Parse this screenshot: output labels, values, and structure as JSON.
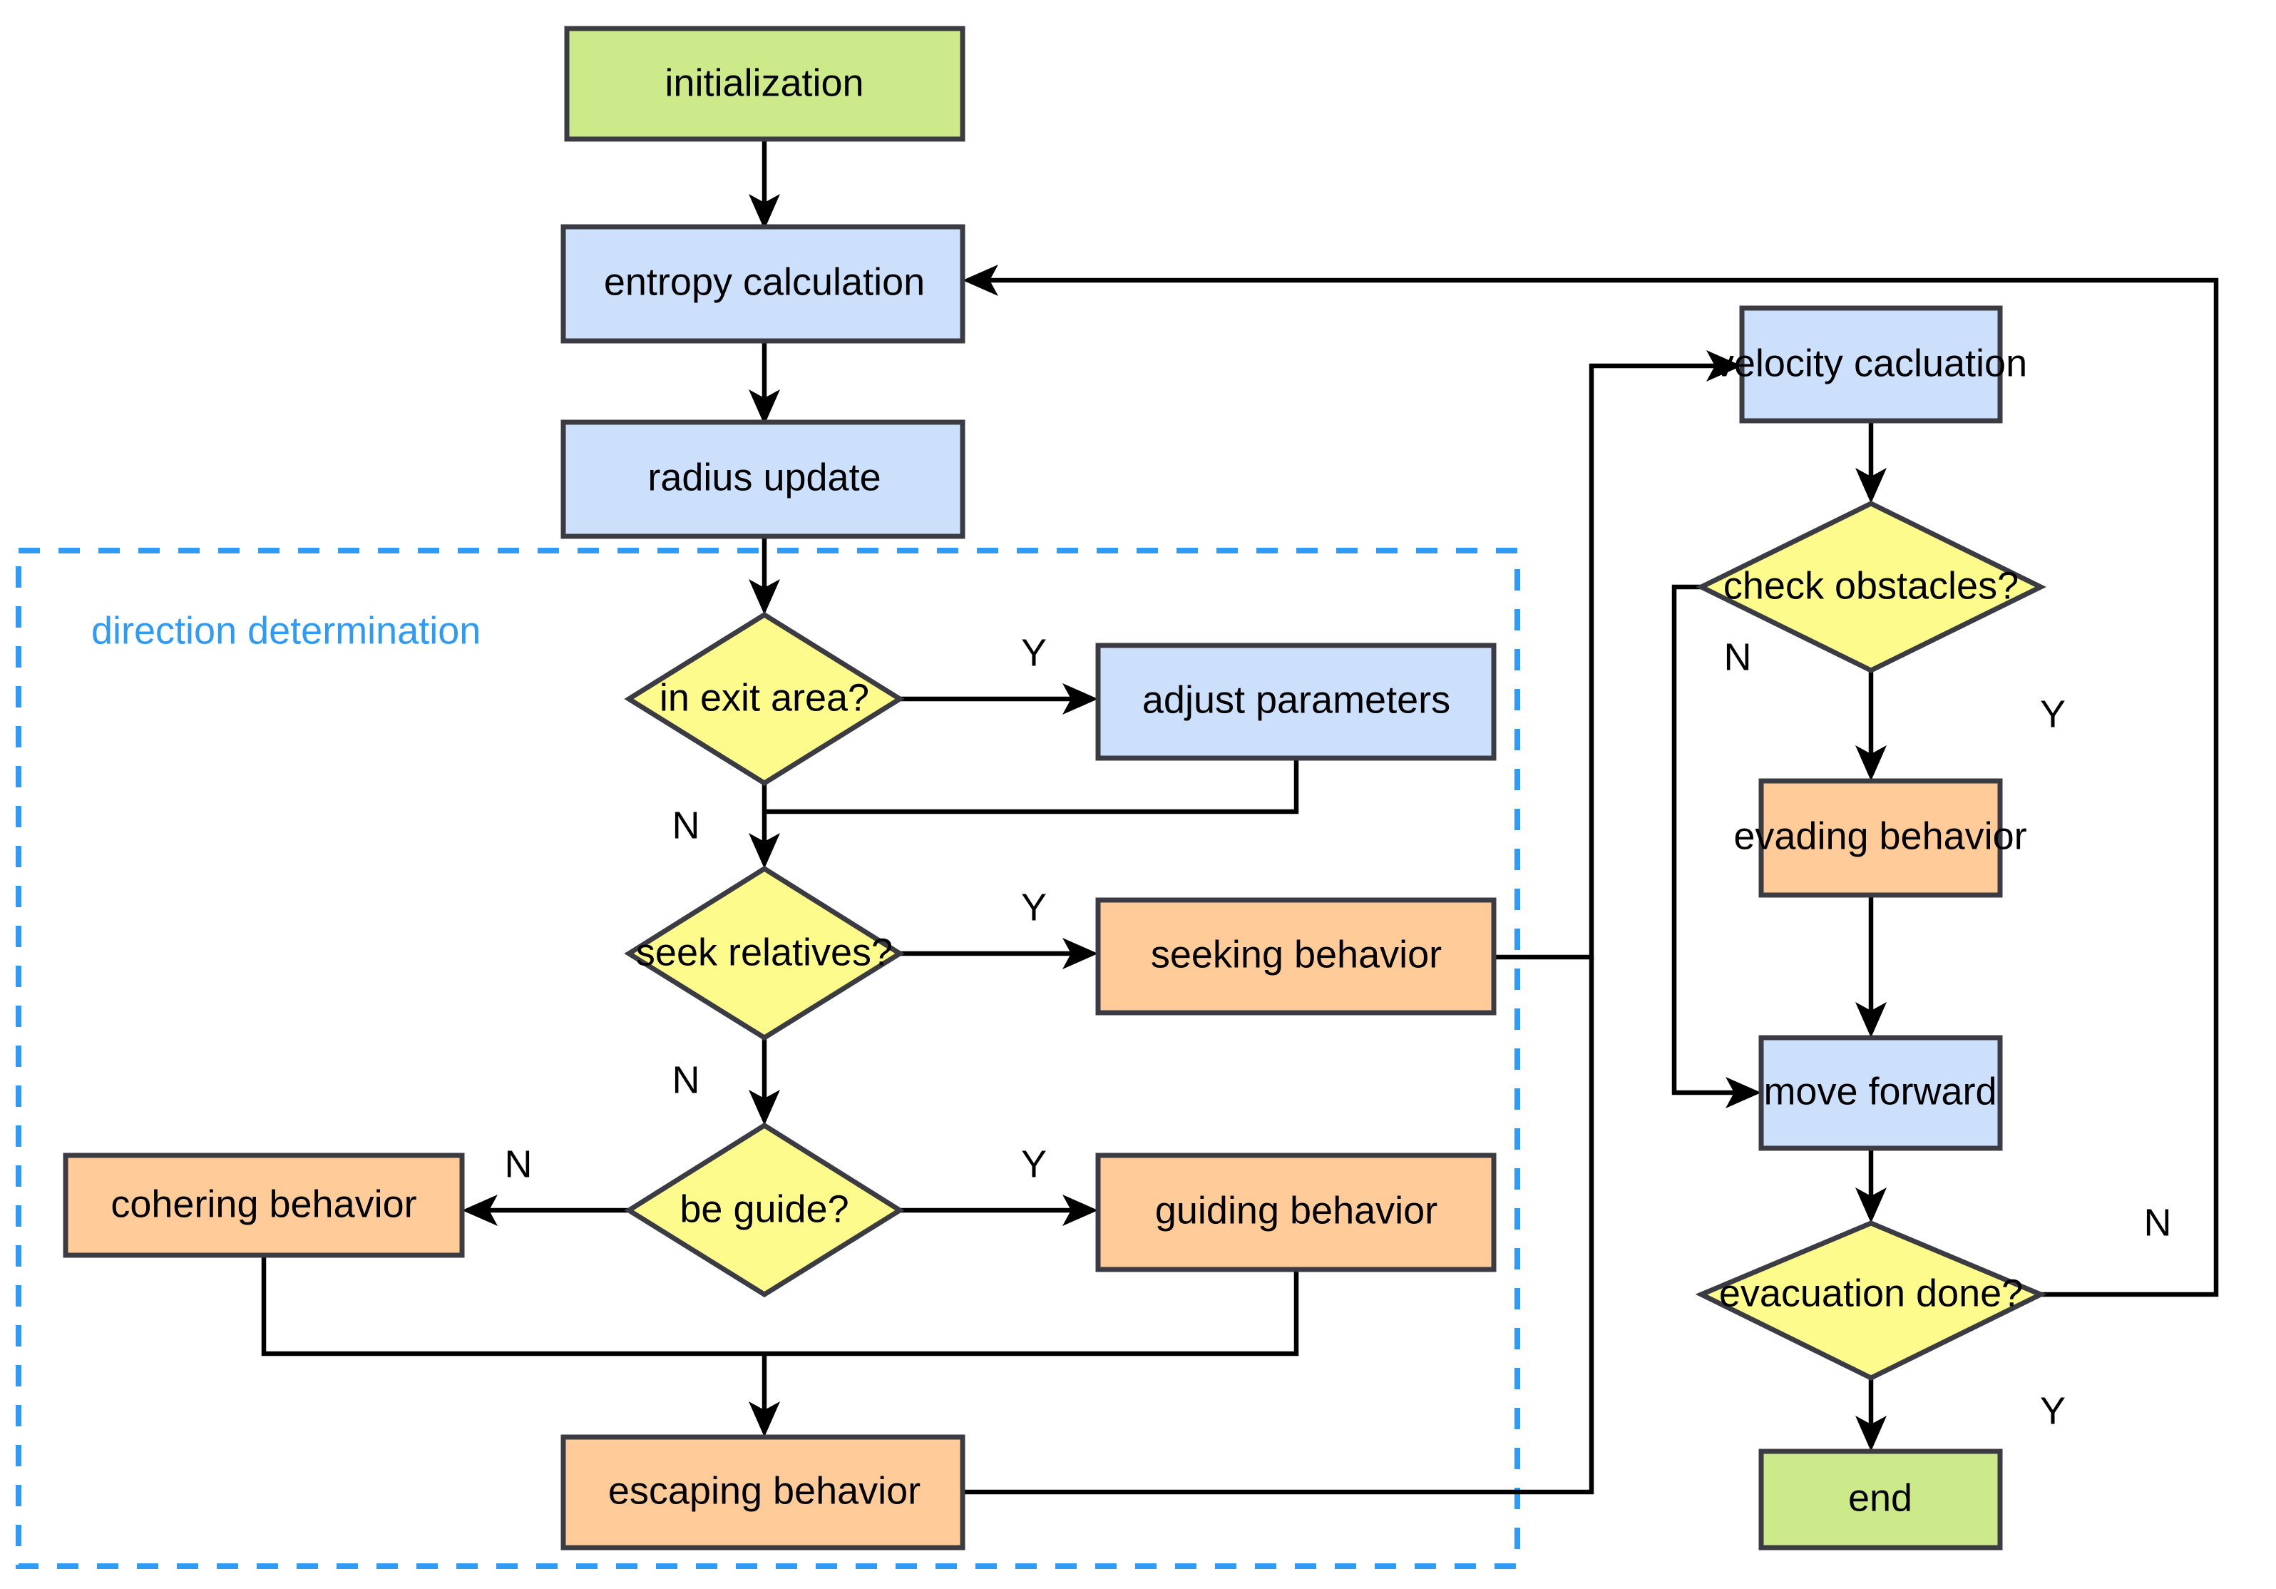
{
  "diagram": {
    "type": "flowchart",
    "title": "",
    "palette": {
      "start_end_fill": "#cdea8a",
      "process_fill": "#cce0fb",
      "behavior_fill": "#ffcc99",
      "decision_fill": "#fdfb8c",
      "node_stroke": "#3b3b44",
      "edge_stroke": "#000000",
      "group_stroke": "#2f9bf5",
      "group_label_color": "#2f9bf5",
      "background": "#ffffff"
    },
    "group": {
      "label": "direction determination",
      "style": "dashed"
    },
    "nodes": {
      "initialization": {
        "label": "initialization",
        "shape": "rect",
        "role": "start",
        "fill": "#cdea8a"
      },
      "entropy_calculation": {
        "label": "entropy calculation",
        "shape": "rect",
        "role": "process",
        "fill": "#cce0fb"
      },
      "radius_update": {
        "label": "radius update",
        "shape": "rect",
        "role": "process",
        "fill": "#cce0fb"
      },
      "in_exit_area": {
        "label": "in exit area?",
        "shape": "diamond",
        "role": "decision",
        "fill": "#fdfb8c"
      },
      "adjust_parameters": {
        "label": "adjust parameters",
        "shape": "rect",
        "role": "process",
        "fill": "#cce0fb"
      },
      "seek_relatives": {
        "label": "seek relatives?",
        "shape": "diamond",
        "role": "decision",
        "fill": "#fdfb8c"
      },
      "seeking_behavior": {
        "label": "seeking behavior",
        "shape": "rect",
        "role": "behavior",
        "fill": "#ffcc99"
      },
      "be_guide": {
        "label": "be guide?",
        "shape": "diamond",
        "role": "decision",
        "fill": "#fdfb8c"
      },
      "cohering_behavior": {
        "label": "cohering behavior",
        "shape": "rect",
        "role": "behavior",
        "fill": "#ffcc99"
      },
      "guiding_behavior": {
        "label": "guiding behavior",
        "shape": "rect",
        "role": "behavior",
        "fill": "#ffcc99"
      },
      "escaping_behavior": {
        "label": "escaping behavior",
        "shape": "rect",
        "role": "behavior",
        "fill": "#ffcc99"
      },
      "velocity_calculation": {
        "label": "velocity cacluation",
        "shape": "rect",
        "role": "process",
        "fill": "#cce0fb"
      },
      "check_obstacles": {
        "label": "check obstacles?",
        "shape": "diamond",
        "role": "decision",
        "fill": "#fdfb8c"
      },
      "evading_behavior": {
        "label": "evading behavior",
        "shape": "rect",
        "role": "behavior",
        "fill": "#ffcc99"
      },
      "move_forward": {
        "label": "move forward",
        "shape": "rect",
        "role": "process",
        "fill": "#cce0fb"
      },
      "evacuation_done": {
        "label": "evacuation done?",
        "shape": "diamond",
        "role": "decision",
        "fill": "#fdfb8c"
      },
      "end": {
        "label": "end",
        "shape": "rect",
        "role": "end",
        "fill": "#cdea8a"
      }
    },
    "edge_labels": {
      "in_exit_area_yes": "Y",
      "in_exit_area_no": "N",
      "seek_relatives_yes": "Y",
      "seek_relatives_no": "N",
      "be_guide_yes": "Y",
      "be_guide_no": "N",
      "check_obstacles_yes": "Y",
      "check_obstacles_no": "N",
      "evacuation_done_yes": "Y",
      "evacuation_done_no": "N"
    },
    "edges": [
      {
        "from": "initialization",
        "to": "entropy_calculation",
        "label": ""
      },
      {
        "from": "entropy_calculation",
        "to": "radius_update",
        "label": ""
      },
      {
        "from": "radius_update",
        "to": "in_exit_area",
        "label": ""
      },
      {
        "from": "in_exit_area",
        "to": "adjust_parameters",
        "label": "Y"
      },
      {
        "from": "in_exit_area",
        "to": "seek_relatives",
        "label": "N"
      },
      {
        "from": "adjust_parameters",
        "to": "seek_relatives",
        "label": ""
      },
      {
        "from": "seek_relatives",
        "to": "seeking_behavior",
        "label": "Y"
      },
      {
        "from": "seek_relatives",
        "to": "be_guide",
        "label": "N"
      },
      {
        "from": "be_guide",
        "to": "guiding_behavior",
        "label": "Y"
      },
      {
        "from": "be_guide",
        "to": "cohering_behavior",
        "label": "N"
      },
      {
        "from": "cohering_behavior",
        "to": "escaping_behavior",
        "label": ""
      },
      {
        "from": "guiding_behavior",
        "to": "escaping_behavior",
        "label": ""
      },
      {
        "from": "seeking_behavior",
        "to": "velocity_calculation",
        "label": ""
      },
      {
        "from": "escaping_behavior",
        "to": "velocity_calculation",
        "label": ""
      },
      {
        "from": "velocity_calculation",
        "to": "check_obstacles",
        "label": ""
      },
      {
        "from": "check_obstacles",
        "to": "evading_behavior",
        "label": "Y"
      },
      {
        "from": "check_obstacles",
        "to": "move_forward",
        "label": "N"
      },
      {
        "from": "evading_behavior",
        "to": "move_forward",
        "label": ""
      },
      {
        "from": "move_forward",
        "to": "evacuation_done",
        "label": ""
      },
      {
        "from": "evacuation_done",
        "to": "end",
        "label": "Y"
      },
      {
        "from": "evacuation_done",
        "to": "entropy_calculation",
        "label": "N"
      }
    ]
  }
}
